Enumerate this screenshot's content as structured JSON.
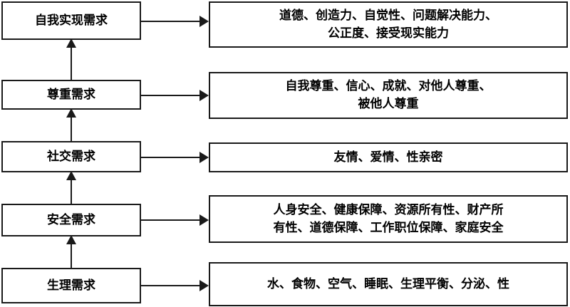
{
  "levels": [
    {
      "name": "自我实现需求",
      "lines": [
        "道德、创造力、自觉性、问题解决能力、",
        "公正度、接受现实能力"
      ]
    },
    {
      "name": "尊重需求",
      "lines": [
        "自我尊重、信心、成就、对他人尊重、",
        "被他人尊重"
      ]
    },
    {
      "name": "社交需求",
      "lines": [
        "友情、爱情、性亲密"
      ]
    },
    {
      "name": "安全需求",
      "lines": [
        "人身安全、健康保障、资源所有性、财产所",
        "有性、道德保障、工作职位保障、家庭安全"
      ]
    },
    {
      "name": "生理需求",
      "lines": [
        "水、食物、空气、睡眠、生理平衡、分泌、性"
      ]
    }
  ]
}
